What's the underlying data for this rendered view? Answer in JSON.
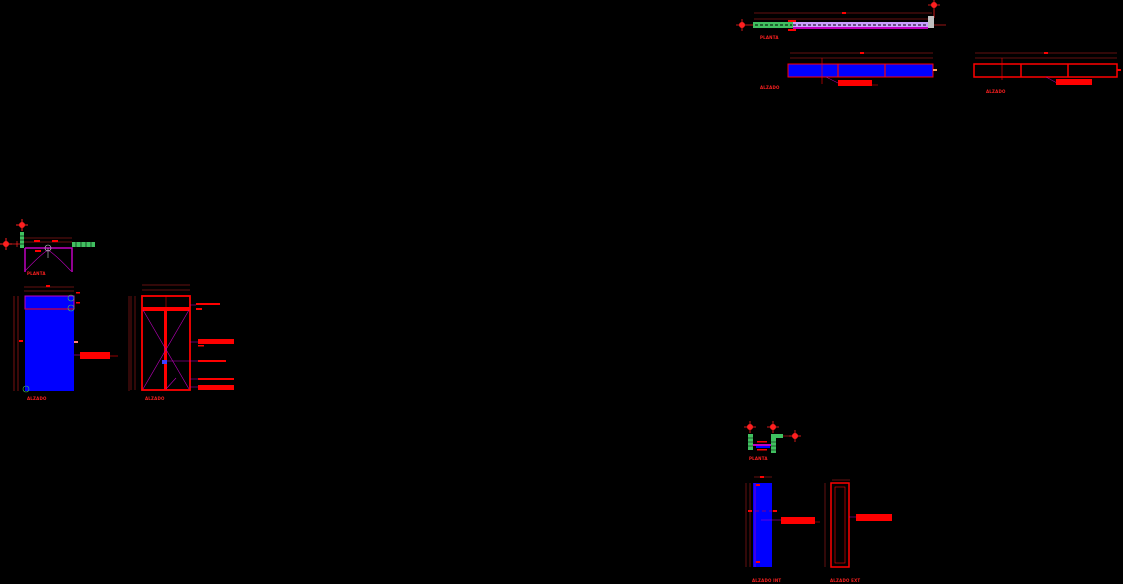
{
  "colors": {
    "background": "#000000",
    "line_red": "#ff0000",
    "dim_red": "#c81e1e",
    "glass_blue": "#0000ff",
    "frame_magenta": "#c000c0",
    "wall_green": "#40c060",
    "axis_red": "#ff2020"
  },
  "views": {
    "door": {
      "plan_label": "PLANTA",
      "elev1_label": "ALZADO",
      "elev2_label": "ALZADO"
    },
    "window_long": {
      "plan_label": "PLANTA",
      "elev1_label": "ALZADO",
      "elev2_label": "ALZADO"
    },
    "window_narrow": {
      "plan_label": "PLANTA",
      "elev1_label": "ALZADO INT",
      "elev2_label": "ALZADO EXT"
    }
  }
}
